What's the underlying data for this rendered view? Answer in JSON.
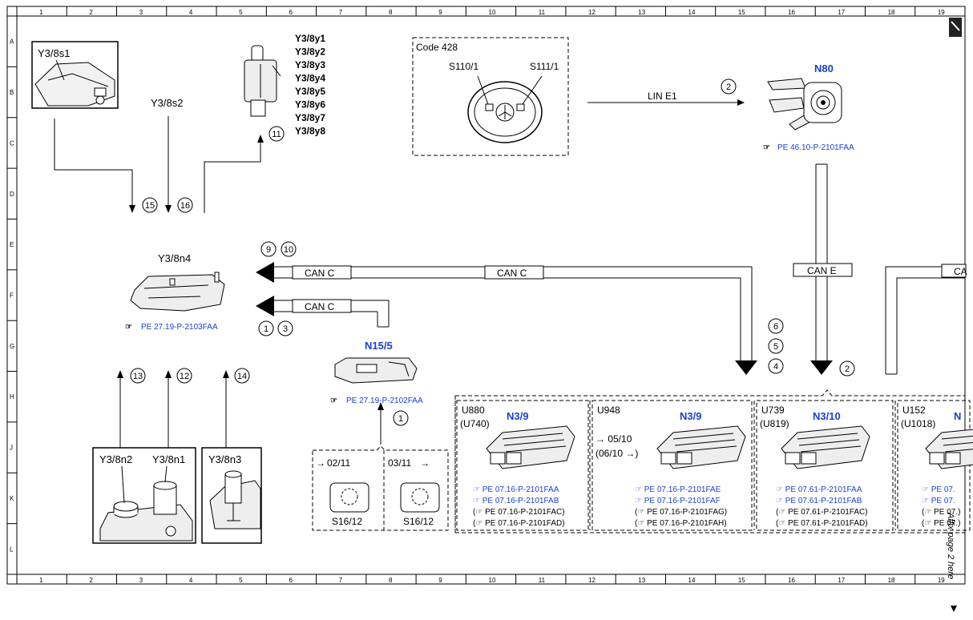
{
  "ruler": {
    "cols": [
      "1",
      "2",
      "3",
      "4",
      "5",
      "6",
      "7",
      "8",
      "9",
      "10",
      "11",
      "12",
      "13",
      "14",
      "15",
      "16",
      "17",
      "18",
      "19"
    ],
    "rows": [
      "A",
      "B",
      "C",
      "D",
      "E",
      "F",
      "G",
      "H",
      "J",
      "K",
      "L"
    ]
  },
  "components": {
    "y38s1": "Y3/8s1",
    "y38s2": "Y3/8s2",
    "y38y": [
      "Y3/8y1",
      "Y3/8y2",
      "Y3/8y3",
      "Y3/8y4",
      "Y3/8y5",
      "Y3/8y6",
      "Y3/8y7",
      "Y3/8y8"
    ],
    "y38n4": "Y3/8n4",
    "y38n4_ref": "PE 27.19-P-2103FAA",
    "y38n2": "Y3/8n2",
    "y38n1": "Y3/8n1",
    "y38n3": "Y3/8n3",
    "code428": "Code 428",
    "s110": "S110/1",
    "s111": "S111/1",
    "n80": "N80",
    "n80_ref": "PE 46.10-P-2101FAA",
    "n155": "N15/5",
    "n155_ref": "PE 27.19-P-2102FAA",
    "s1612_a": "S16/12",
    "s1612_b": "S16/12",
    "date_a": "02/11",
    "date_b": "03/11"
  },
  "buses": {
    "lin_e1": "LIN E1",
    "can_c_1": "CAN C",
    "can_c_2": "CAN C",
    "can_c_3": "CAN C",
    "can_e": "CAN E",
    "can_cut": "CA"
  },
  "callouts": [
    "1",
    "2",
    "3",
    "4",
    "5",
    "6",
    "9",
    "10",
    "11",
    "12",
    "13",
    "14",
    "15",
    "16"
  ],
  "ecus": [
    {
      "code": "U880",
      "alt": "(U740)",
      "name": "N3/9",
      "dates": "",
      "refs": [
        "PE 07.16-P-2101FAA",
        "PE 07.16-P-2101FAB",
        "PE 07.16-P-2101FAC",
        "PE 07.16-P-2101FAD"
      ]
    },
    {
      "code": "U948",
      "alt": "",
      "name": "N3/9",
      "date1": "05/10",
      "date2": "(06/10",
      "refs": [
        "PE 07.16-P-2101FAE",
        "PE 07.16-P-2101FAF",
        "PE 07.16-P-2101FAG",
        "PE 07.16-P-2101FAH"
      ]
    },
    {
      "code": "U739",
      "alt": "(U819)",
      "name": "N3/10",
      "refs": [
        "PE 07.61-P-2101FAA",
        "PE 07.61-P-2101FAB",
        "PE 07.61-P-2101FAC",
        "PE 07.61-P-2101FAD"
      ]
    },
    {
      "code": "U152",
      "alt": "(U1018)",
      "name": "N",
      "refs": [
        "PE 07.",
        "PE 07.",
        "PE 07.",
        "PE 07."
      ]
    }
  ],
  "affix": "Affix page 2 here",
  "colors": {
    "ink": "#000000",
    "link": "#1a3fd6"
  }
}
